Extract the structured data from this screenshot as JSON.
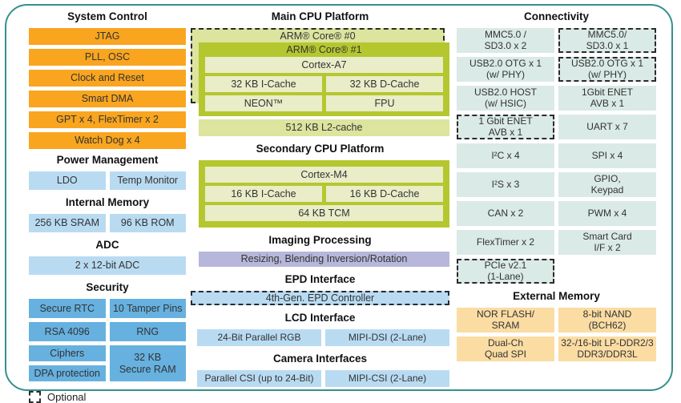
{
  "colors": {
    "frame_teal": "#35908b",
    "orange": "#f9a51f",
    "light_blue": "#b9dbf2",
    "medium_blue": "#66b1e0",
    "lime_green": "#b5c72f",
    "pale_green": "#e9edc8",
    "yellow_green": "#dce49e",
    "purple": "#b7b7db",
    "mint": "#daeae6",
    "peach": "#fbdca3"
  },
  "system_control": {
    "title": "System Control",
    "items": [
      "JTAG",
      "PLL, OSC",
      "Clock and Reset",
      "Smart DMA",
      "GPT x 4, FlexTimer x 2",
      "Watch Dog x 4"
    ]
  },
  "power_management": {
    "title": "Power Management",
    "items": [
      "LDO",
      "Temp Monitor"
    ]
  },
  "internal_memory": {
    "title": "Internal Memory",
    "items": [
      "256 KB SRAM",
      "96 KB ROM"
    ]
  },
  "adc": {
    "title": "ADC",
    "items": [
      "2 x 12-bit ADC"
    ]
  },
  "security": {
    "title": "Security",
    "items": [
      "Secure RTC",
      "10 Tamper Pins",
      "RSA 4096",
      "RNG",
      "Ciphers",
      "32 KB\nSecure RAM",
      "DPA protection"
    ]
  },
  "legend": {
    "optional_label": "Optional"
  },
  "main_cpu": {
    "title": "Main CPU Platform",
    "core0": "ARM® Core® #0",
    "core1": "ARM® Core® #1",
    "cortex": "Cortex-A7",
    "icache": "32 KB I-Cache",
    "dcache": "32 KB D-Cache",
    "neon": "NEON™",
    "fpu": "FPU",
    "l2": "512 KB L2-cache"
  },
  "secondary_cpu": {
    "title": "Secondary CPU Platform",
    "cortex": "Cortex-M4",
    "icache": "16 KB I-Cache",
    "dcache": "16 KB D-Cache",
    "tcm": "64 KB TCM"
  },
  "imaging": {
    "title": "Imaging Processing",
    "block": "Resizing, Blending Inversion/Rotation"
  },
  "epd": {
    "title": "EPD Interface",
    "block": "4th-Gen. EPD Controller",
    "optional": true
  },
  "lcd": {
    "title": "LCD Interface",
    "items": [
      "24-Bit Parallel RGB",
      "MIPI-DSI (2-Lane)"
    ]
  },
  "camera": {
    "title": "Camera Interfaces",
    "items": [
      "Parallel CSI (up to 24-Bit)",
      "MIPI-CSI (2-Lane)"
    ]
  },
  "connectivity": {
    "title": "Connectivity",
    "cells": [
      {
        "label": "MMC5.0 /\nSD3.0 x 2",
        "optional": false
      },
      {
        "label": "MMC5.0/\nSD3.0 x 1",
        "optional": true
      },
      {
        "label": "USB2.0 OTG x 1\n(w/ PHY)",
        "optional": false
      },
      {
        "label": "USB2.0 OTG x 1\n(w/ PHY)",
        "optional": true
      },
      {
        "label": "USB2.0 HOST\n(w/ HSIC)",
        "optional": false
      },
      {
        "label": "1Gbit ENET\nAVB x 1",
        "optional": false
      },
      {
        "label": "1 Gbit ENET\nAVB x 1",
        "optional": true
      },
      {
        "label": "UART x 7",
        "optional": false
      },
      {
        "label": "I²C x 4",
        "optional": false
      },
      {
        "label": "SPI x 4",
        "optional": false
      },
      {
        "label": "I²S x 3",
        "optional": false
      },
      {
        "label": "GPIO,\nKeypad",
        "optional": false
      },
      {
        "label": "CAN x 2",
        "optional": false
      },
      {
        "label": "PWM x 4",
        "optional": false
      },
      {
        "label": "FlexTimer x 2",
        "optional": false
      },
      {
        "label": "Smart Card\nI/F x 2",
        "optional": false
      },
      {
        "label": "PCIe v2.1\n(1-Lane)",
        "optional": true
      }
    ]
  },
  "external_memory": {
    "title": "External Memory",
    "items": [
      "NOR FLASH/\nSRAM",
      "8-bit NAND\n(BCH62)",
      "Dual-Ch\nQuad SPI",
      "32-/16-bit LP-DDR2/3\nDDR3/DDR3L"
    ]
  }
}
